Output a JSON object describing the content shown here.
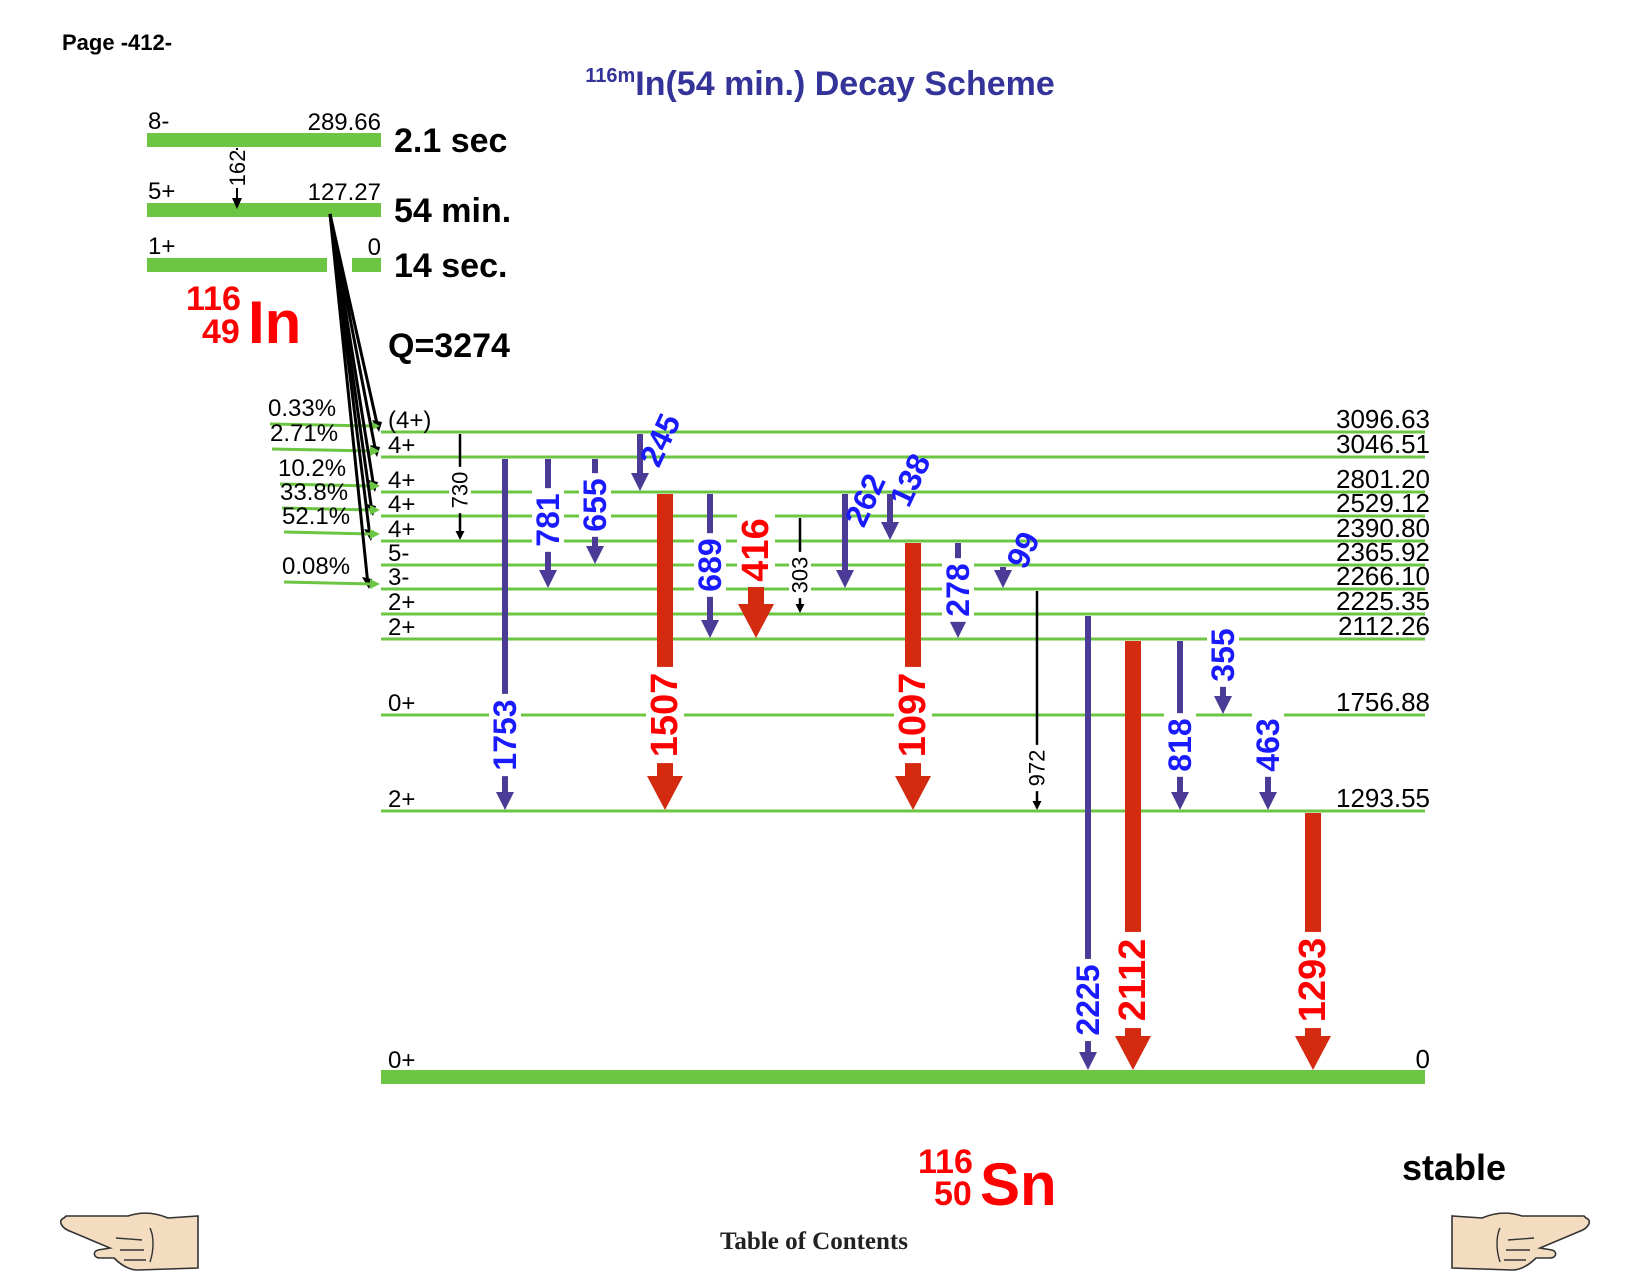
{
  "header": {
    "page_label": "Page -412-"
  },
  "title": {
    "superscript": "116m",
    "text": "In(54 min.) Decay Scheme"
  },
  "parent": {
    "mass": "116",
    "z": "49",
    "symbol": "In",
    "q_value": "Q=3274",
    "levels": [
      {
        "spin": "8-",
        "energy": "289.66",
        "halflife": "2.1 sec"
      },
      {
        "spin": "5+",
        "energy": "127.27",
        "halflife": "54 min."
      },
      {
        "spin": "1+",
        "energy": "0",
        "halflife": "14 sec."
      }
    ],
    "internal_transition": "162"
  },
  "daughter": {
    "mass": "116",
    "z": "50",
    "symbol": "Sn",
    "stability": "stable",
    "levels": [
      {
        "spin": "(4+)",
        "energy": "3096.63"
      },
      {
        "spin": "4+",
        "energy": "3046.51"
      },
      {
        "spin": "4+",
        "energy": "2801.20"
      },
      {
        "spin": "4+",
        "energy": "2529.12"
      },
      {
        "spin": "4+",
        "energy": "2390.80"
      },
      {
        "spin": "5-",
        "energy": "2365.92"
      },
      {
        "spin": "3-",
        "energy": "2266.10"
      },
      {
        "spin": "2+",
        "energy": "2225.35"
      },
      {
        "spin": "2+",
        "energy": "2112.26"
      },
      {
        "spin": "0+",
        "energy": "1756.88"
      },
      {
        "spin": "2+",
        "energy": "1293.55"
      },
      {
        "spin": "0+",
        "energy": "0"
      }
    ]
  },
  "beta_feeds": [
    "0.33%",
    "2.71%",
    "10.2%",
    "33.8%",
    "52.1%",
    "0.08%"
  ],
  "gammas": [
    {
      "label": "730",
      "style": "thin"
    },
    {
      "label": "1753",
      "style": "medium"
    },
    {
      "label": "781",
      "style": "medium"
    },
    {
      "label": "655",
      "style": "medium"
    },
    {
      "label": "245",
      "style": "medium"
    },
    {
      "label": "1507",
      "style": "strong"
    },
    {
      "label": "689",
      "style": "medium"
    },
    {
      "label": "416",
      "style": "strong"
    },
    {
      "label": "303",
      "style": "thin"
    },
    {
      "label": "262",
      "style": "medium"
    },
    {
      "label": "138",
      "style": "medium"
    },
    {
      "label": "1097",
      "style": "strong"
    },
    {
      "label": "278",
      "style": "medium"
    },
    {
      "label": "99",
      "style": "medium"
    },
    {
      "label": "972",
      "style": "thin"
    },
    {
      "label": "2225",
      "style": "medium"
    },
    {
      "label": "2112",
      "style": "strong"
    },
    {
      "label": "818",
      "style": "medium"
    },
    {
      "label": "355",
      "style": "medium"
    },
    {
      "label": "463",
      "style": "medium"
    },
    {
      "label": "1293",
      "style": "strong"
    }
  ],
  "footer": {
    "toc_label": "Table of Contents"
  },
  "colors": {
    "level": "#6cc644",
    "title": "#333399",
    "nuclide": "#ff0000",
    "strong_arrow": "#d42a10",
    "strong_label": "#ff0000",
    "medium_arrow": "#4b3b96",
    "medium_label": "#1a1aff",
    "thin": "#000000"
  }
}
